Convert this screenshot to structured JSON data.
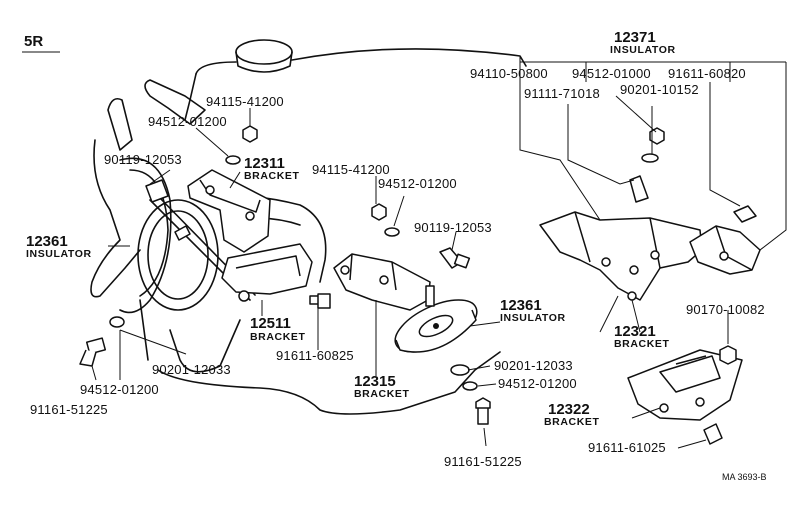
{
  "engine_code": "5R",
  "figure_code": "MA 3693-B",
  "labels": [
    {
      "id": "c12371",
      "text": "12371"
    },
    {
      "id": "w12371",
      "text": "INSULATOR"
    },
    {
      "id": "n94110",
      "text": "94110-50800"
    },
    {
      "id": "n94512a",
      "text": "94512-01000"
    },
    {
      "id": "n91611a",
      "text": "91611-60820"
    },
    {
      "id": "n91111",
      "text": "91111-71018"
    },
    {
      "id": "n90201a",
      "text": "90201-10152"
    },
    {
      "id": "n94115a",
      "text": "94115-41200"
    },
    {
      "id": "n94512b",
      "text": "94512-01200"
    },
    {
      "id": "n90119a",
      "text": "90119-12053"
    },
    {
      "id": "c12311",
      "text": "12311"
    },
    {
      "id": "w12311",
      "text": "BRACKET"
    },
    {
      "id": "n94115b",
      "text": "94115-41200"
    },
    {
      "id": "n94512c",
      "text": "94512-01200"
    },
    {
      "id": "n90119b",
      "text": "90119-12053"
    },
    {
      "id": "c12361a",
      "text": "12361"
    },
    {
      "id": "w12361a",
      "text": "INSULATOR"
    },
    {
      "id": "c12511",
      "text": "12511"
    },
    {
      "id": "w12511",
      "text": "BRACKET"
    },
    {
      "id": "n91611b",
      "text": "91611-60825"
    },
    {
      "id": "c12361b",
      "text": "12361"
    },
    {
      "id": "w12361b",
      "text": "INSULATOR"
    },
    {
      "id": "c12315",
      "text": "12315"
    },
    {
      "id": "w12315",
      "text": "BRACKET"
    },
    {
      "id": "c12321",
      "text": "12321"
    },
    {
      "id": "w12321",
      "text": "BRACKET"
    },
    {
      "id": "n90170",
      "text": "90170-10082"
    },
    {
      "id": "n90201b",
      "text": "90201-12033"
    },
    {
      "id": "n90201c",
      "text": "90201-12033"
    },
    {
      "id": "n94512d",
      "text": "94512-01200"
    },
    {
      "id": "n94512e",
      "text": "94512-01200"
    },
    {
      "id": "n91161a",
      "text": "91161-51225"
    },
    {
      "id": "n91161b",
      "text": "91161-51225"
    },
    {
      "id": "c12322",
      "text": "12322"
    },
    {
      "id": "w12322",
      "text": "BRACKET"
    },
    {
      "id": "n91611c",
      "text": "91611-61025"
    }
  ]
}
